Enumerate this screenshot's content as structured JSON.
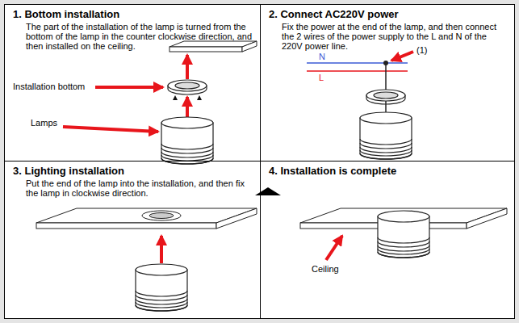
{
  "diagram": {
    "nodes": [
      {
        "text": [
          "1. Bottom installation",
          "The part of the installation of the lamp is turned from the bottom of the lamp in the counter clockwise direction, and then installed on the ceiling."
        ]
      },
      {
        "text": [
          "2. Connect AC220V power",
          "Fix the power at the end of the lamp, and then connect the 2 wires of the power supply to the L and N of the 220V power line."
        ]
      },
      {
        "text": [
          "3. Lighting installation",
          "Put the end of the lamp into the installation, and then fix the lamp in clockwise direction."
        ]
      },
      {
        "text": [
          "4. Installation is complete"
        ]
      }
    ],
    "labels": [
      "Installation bottom",
      "Lamps",
      "N",
      "L",
      "(1)",
      "Ceiling"
    ]
  }
}
